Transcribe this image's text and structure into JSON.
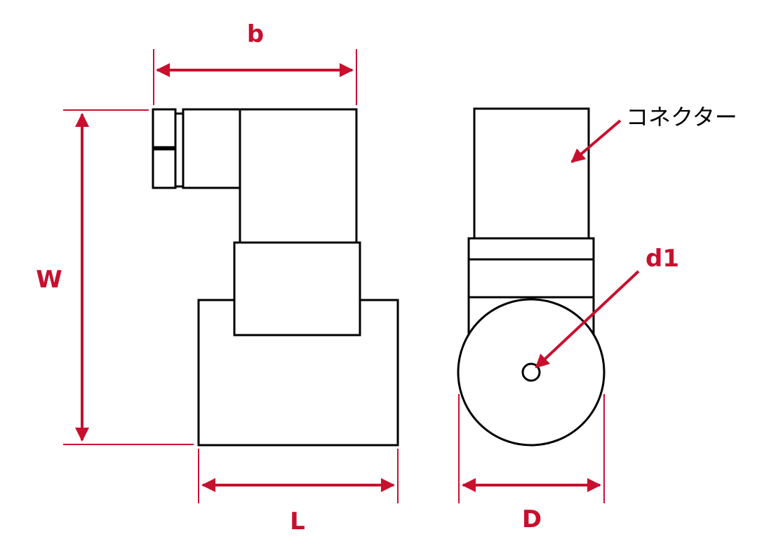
{
  "labels": {
    "b": "b",
    "W": "W",
    "L": "L",
    "D": "D",
    "d1": "d1",
    "connector": "コネクター"
  },
  "colors": {
    "dimension": "#c8102e",
    "outline": "#000000",
    "background": "#ffffff"
  }
}
